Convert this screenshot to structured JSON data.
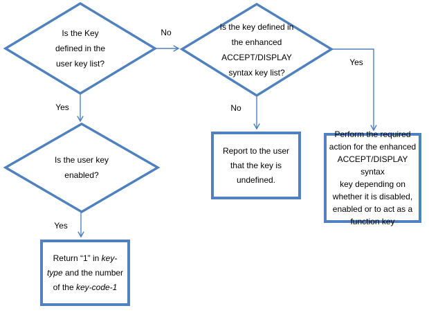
{
  "palette": {
    "shape_border": "#4E81BD",
    "connector": "#4E81BD",
    "text": "#000000",
    "background": "#FFFFFF"
  },
  "diamonds": {
    "user_key_list": {
      "label": "Is the Key\ndefined in the\nuser key list?"
    },
    "enhanced_syntax_list": {
      "label": "Is the key defined in\nthe enhanced\nACCEPT/DISPLAY\nsyntax key list?"
    },
    "user_key_enabled": {
      "label": "Is the user key\nenabled?"
    }
  },
  "boxes": {
    "report_undefined": {
      "label": "Report to the user\nthat the key is\nundefined."
    },
    "perform_action": {
      "label": "Perform the required\naction for the enhanced\nACCEPT/DISPLAY syntax\nkey depending on\nwhether it is disabled,\nenabled or to act as a\nfunction key"
    },
    "return_key_type": {
      "segments": [
        {
          "text": "Return “1” in ",
          "italic": false
        },
        {
          "text": "key-\ntype",
          "italic": true
        },
        {
          "text": " and the number\nof the ",
          "italic": false
        },
        {
          "text": "key-code-1",
          "italic": true
        }
      ]
    }
  },
  "edge_labels": {
    "no_to_enhanced": "No",
    "yes_to_enabled": "Yes",
    "no_to_report": "No",
    "yes_to_perform": "Yes",
    "yes_to_return": "Yes"
  }
}
